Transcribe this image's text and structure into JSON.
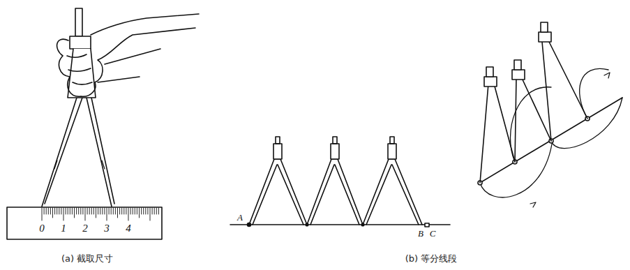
{
  "diagram": {
    "labels": [
      "0",
      "1",
      "2",
      "3",
      "4",
      "A",
      "B",
      "C",
      "(a) 截取尺寸",
      "(b) 等分线段"
    ]
  }
}
